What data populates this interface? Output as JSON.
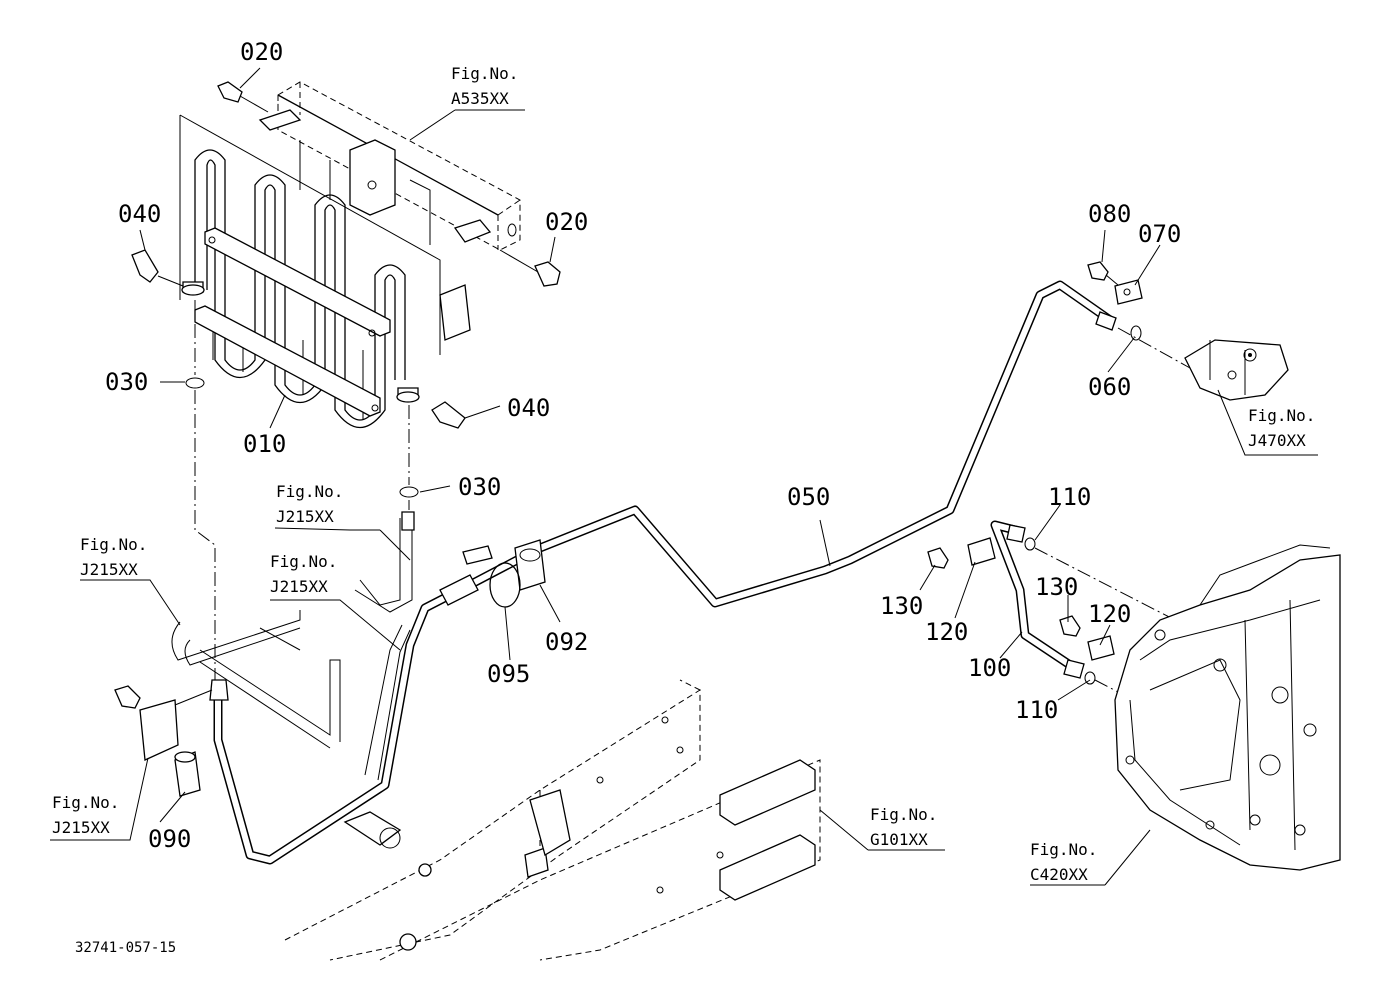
{
  "callouts": {
    "c020a": "020",
    "c020b": "020",
    "c040a": "040",
    "c040b": "040",
    "c030a": "030",
    "c030b": "030",
    "c010": "010",
    "c050": "050",
    "c080": "080",
    "c070": "070",
    "c060": "060",
    "c110a": "110",
    "c110b": "110",
    "c130a": "130",
    "c130b": "130",
    "c120a": "120",
    "c120b": "120",
    "c100": "100",
    "c092": "092",
    "c095": "095",
    "c090": "090"
  },
  "figrefs": {
    "a535": {
      "caption": "Fig.No.",
      "code": "A535XX"
    },
    "j215a": {
      "caption": "Fig.No.",
      "code": "J215XX"
    },
    "j215b": {
      "caption": "Fig.No.",
      "code": "J215XX"
    },
    "j215c": {
      "caption": "Fig.No.",
      "code": "J215XX"
    },
    "j215d": {
      "caption": "Fig.No.",
      "code": "J215XX"
    },
    "j470": {
      "caption": "Fig.No.",
      "code": "J470XX"
    },
    "g101": {
      "caption": "Fig.No.",
      "code": "G101XX"
    },
    "c420": {
      "caption": "Fig.No.",
      "code": "C420XX"
    }
  },
  "drawing_number": "32741-057-15"
}
